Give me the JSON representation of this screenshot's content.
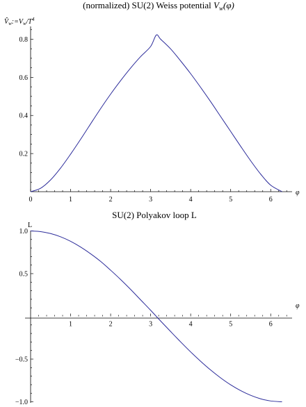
{
  "chart_data": [
    {
      "type": "line",
      "title": "(normalized) SU(2) Weiss potential V_w(φ)",
      "title_parts": {
        "prefix": "(normalized) SU(2) Weiss potential ",
        "var": "V",
        "sub": "w",
        "arg": "(φ)"
      },
      "xlabel": "φ",
      "ylabel": "V̂_w := V_w/T⁴",
      "ylabel_parts": {
        "hat": "V̂",
        "sub": "w",
        "mid": ":=V",
        "sub2": "w",
        "slash": "/T",
        "sup": "4"
      },
      "xlim": [
        0,
        6.5
      ],
      "ylim": [
        0,
        0.86
      ],
      "x_ticks": [
        0,
        1,
        2,
        3,
        4,
        5,
        6
      ],
      "y_ticks": [
        0.2,
        0.4,
        0.6,
        0.8
      ],
      "x_tick_labels": [
        "0",
        "1",
        "2",
        "3",
        "4",
        "5",
        "6"
      ],
      "y_tick_labels": [
        "0.2",
        "0.4",
        "0.6",
        "0.8"
      ],
      "series": [
        {
          "x": [
            0,
            0.25,
            0.5,
            0.75,
            1.0,
            1.25,
            1.5,
            1.75,
            2.0,
            2.25,
            2.5,
            2.75,
            3.0,
            3.1416,
            3.25,
            3.5,
            3.75,
            4.0,
            4.25,
            4.5,
            4.75,
            5.0,
            5.25,
            5.5,
            5.75,
            6.0,
            6.2832
          ],
          "values": [
            0.0,
            0.018,
            0.062,
            0.124,
            0.197,
            0.275,
            0.356,
            0.436,
            0.512,
            0.583,
            0.649,
            0.709,
            0.762,
            0.822,
            0.8,
            0.749,
            0.686,
            0.619,
            0.547,
            0.472,
            0.394,
            0.316,
            0.238,
            0.162,
            0.092,
            0.034,
            0.0
          ]
        }
      ]
    },
    {
      "type": "line",
      "title": "SU(2) Polyakov loop L",
      "xlabel": "φ",
      "ylabel": "L",
      "xlim": [
        0,
        6.5
      ],
      "ylim": [
        -1.02,
        1.02
      ],
      "x_ticks": [
        1,
        2,
        3,
        4,
        5,
        6
      ],
      "y_ticks": [
        -1.0,
        -0.5,
        0.5,
        1.0
      ],
      "x_tick_labels": [
        "1",
        "2",
        "3",
        "4",
        "5",
        "6"
      ],
      "y_tick_labels": [
        "−1.0",
        "−0.5",
        "0.5",
        "1.0"
      ],
      "series": [
        {
          "x": [
            0,
            0.25,
            0.5,
            0.75,
            1.0,
            1.25,
            1.5,
            1.75,
            2.0,
            2.25,
            2.5,
            2.75,
            3.0,
            3.25,
            3.5,
            3.75,
            4.0,
            4.25,
            4.5,
            4.75,
            5.0,
            5.25,
            5.5,
            5.75,
            6.0,
            6.2832
          ],
          "values": [
            1.0,
            0.992,
            0.969,
            0.931,
            0.878,
            0.811,
            0.732,
            0.643,
            0.54,
            0.431,
            0.315,
            0.193,
            0.071,
            -0.055,
            -0.178,
            -0.299,
            -0.416,
            -0.526,
            -0.628,
            -0.72,
            -0.801,
            -0.869,
            -0.924,
            -0.965,
            -0.99,
            -1.0
          ]
        }
      ]
    }
  ]
}
